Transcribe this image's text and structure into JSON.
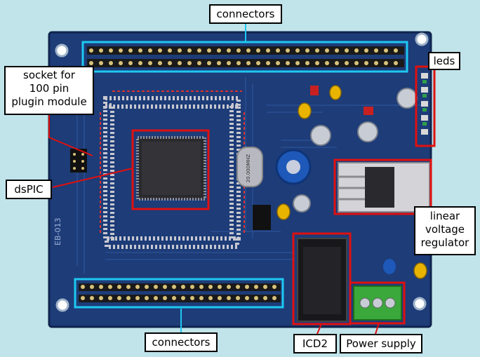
{
  "colors": {
    "background": "#c0e4ea",
    "board": "#1d3c78",
    "cyan_highlight": "#1ec8f0",
    "red_highlight": "#e01010",
    "label_bg": "#ffffff"
  },
  "labels": {
    "connectors_top": "connectors",
    "socket": [
      "socket for",
      "100 pin",
      "plugin module"
    ],
    "leds": "leds",
    "dspic": "dsPIC",
    "linear_regulator": [
      "linear",
      "voltage",
      "regulator"
    ],
    "connectors_bottom": "connectors",
    "icd2": "ICD2",
    "power_supply": "Power supply"
  },
  "board_markings": {
    "crystal": "20.000MHZ",
    "side_code": "EB-013"
  }
}
